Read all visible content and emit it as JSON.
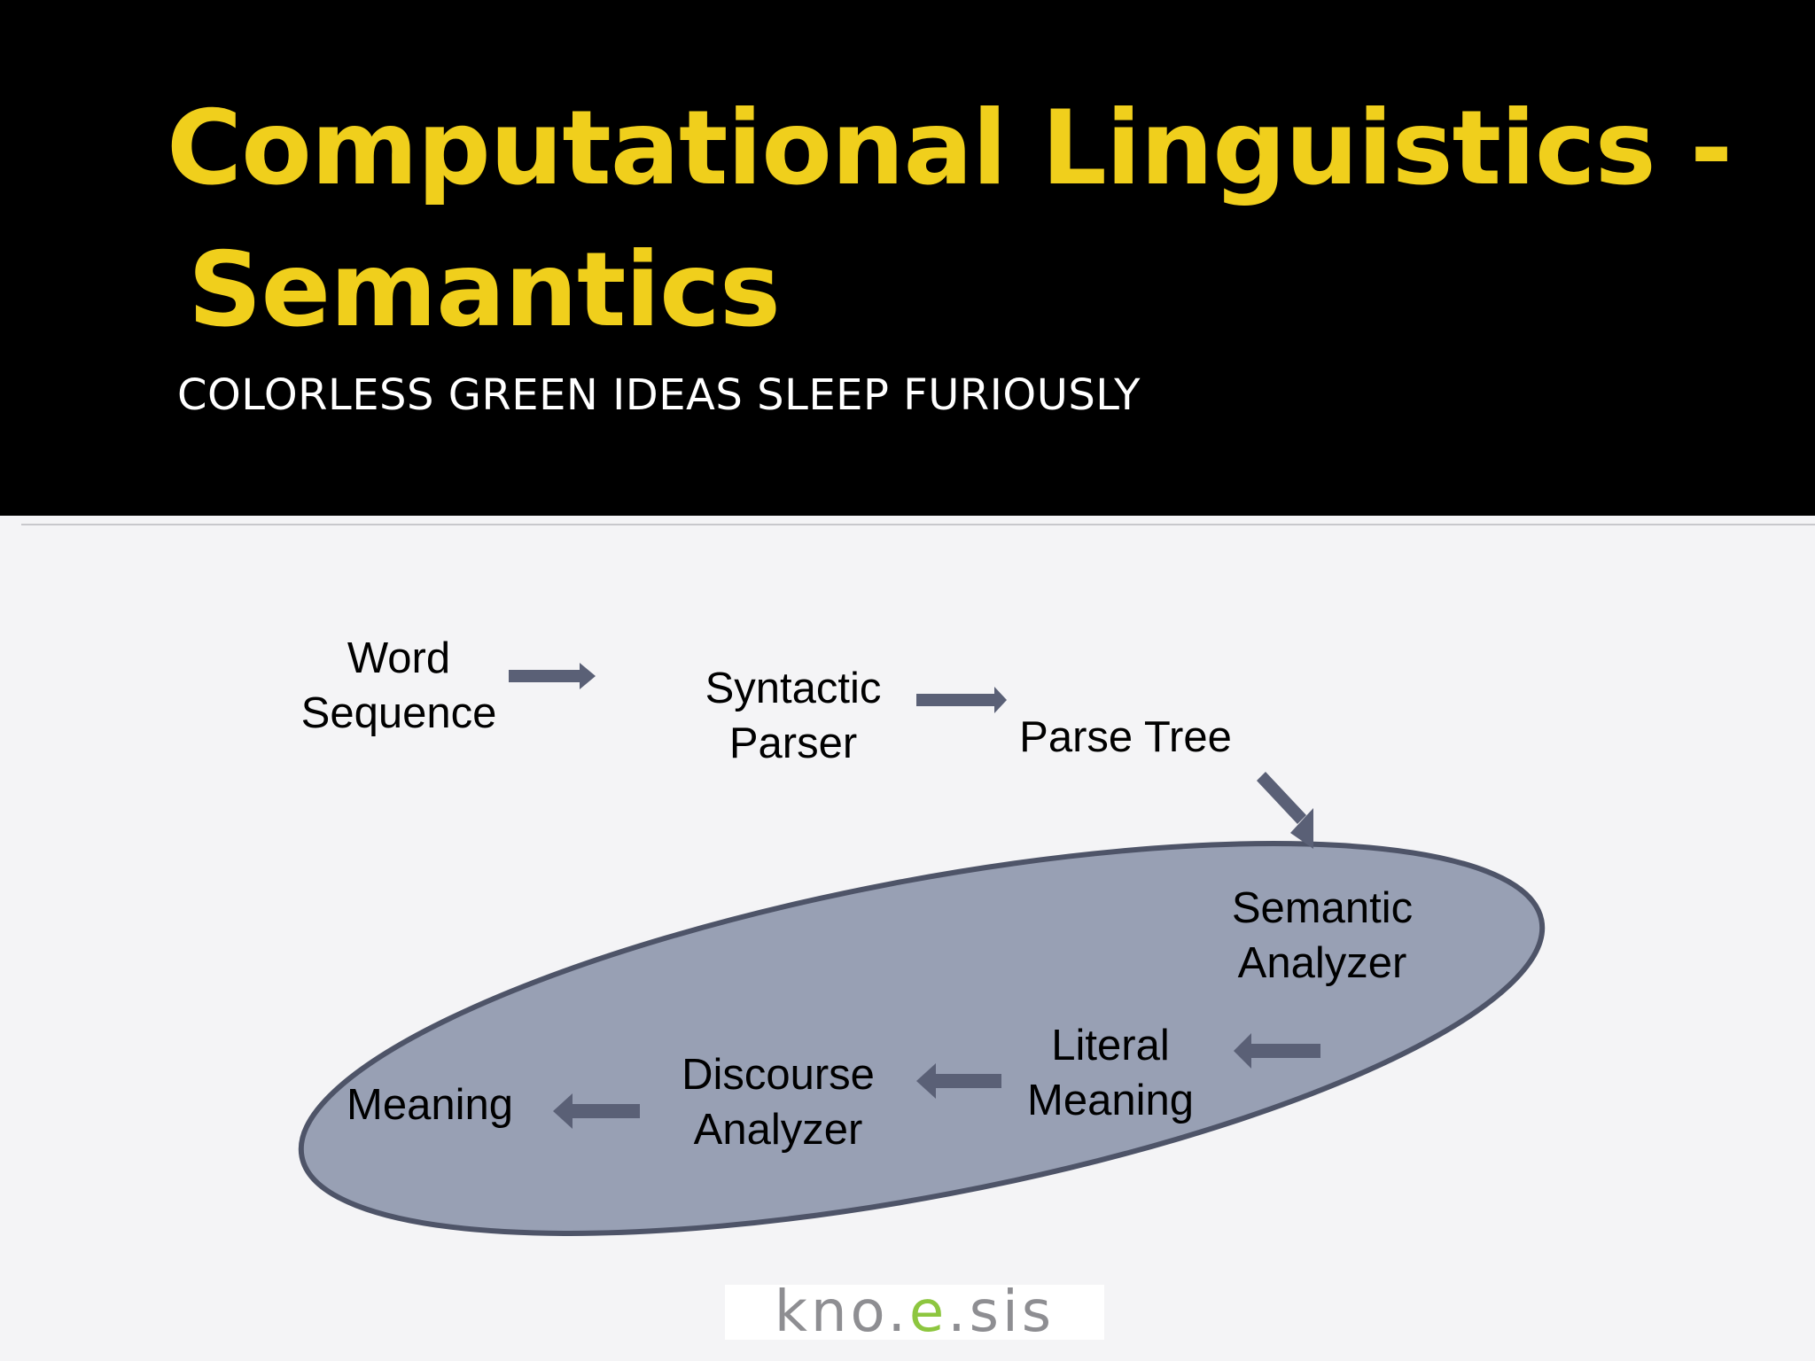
{
  "slide": {
    "title_line1": "Computational Linguistics -",
    "title_line2": "Semantics",
    "subtitle": "COLORLESS GREEN IDEAS SLEEP FURIOUSLY"
  },
  "diagram": {
    "nodes": {
      "word_sequence": [
        "Word",
        "Sequence"
      ],
      "syntactic_parser": [
        "Syntactic",
        "Parser"
      ],
      "parse_tree": [
        "Parse Tree"
      ],
      "semantic_analyzer": [
        "Semantic",
        "Analyzer"
      ],
      "literal_meaning": [
        "Literal",
        "Meaning"
      ],
      "discourse_analyzer": [
        "Discourse",
        "Analyzer"
      ],
      "meaning": [
        "Meaning"
      ]
    },
    "colors": {
      "arrow": "#5a6076",
      "ellipse_fill": "#98a0b4",
      "ellipse_stroke": "#4e5468"
    }
  },
  "logo": {
    "text_before": "kno.",
    "text_accent": "e",
    "text_after": ".sis",
    "colors": {
      "text": "#8e8e92",
      "accent": "#8dc63f"
    }
  },
  "theme": {
    "header_bg": "#000000",
    "title_color": "#f0cf1c",
    "subtitle_color": "#ffffff",
    "body_bg": "#f4f4f6"
  }
}
